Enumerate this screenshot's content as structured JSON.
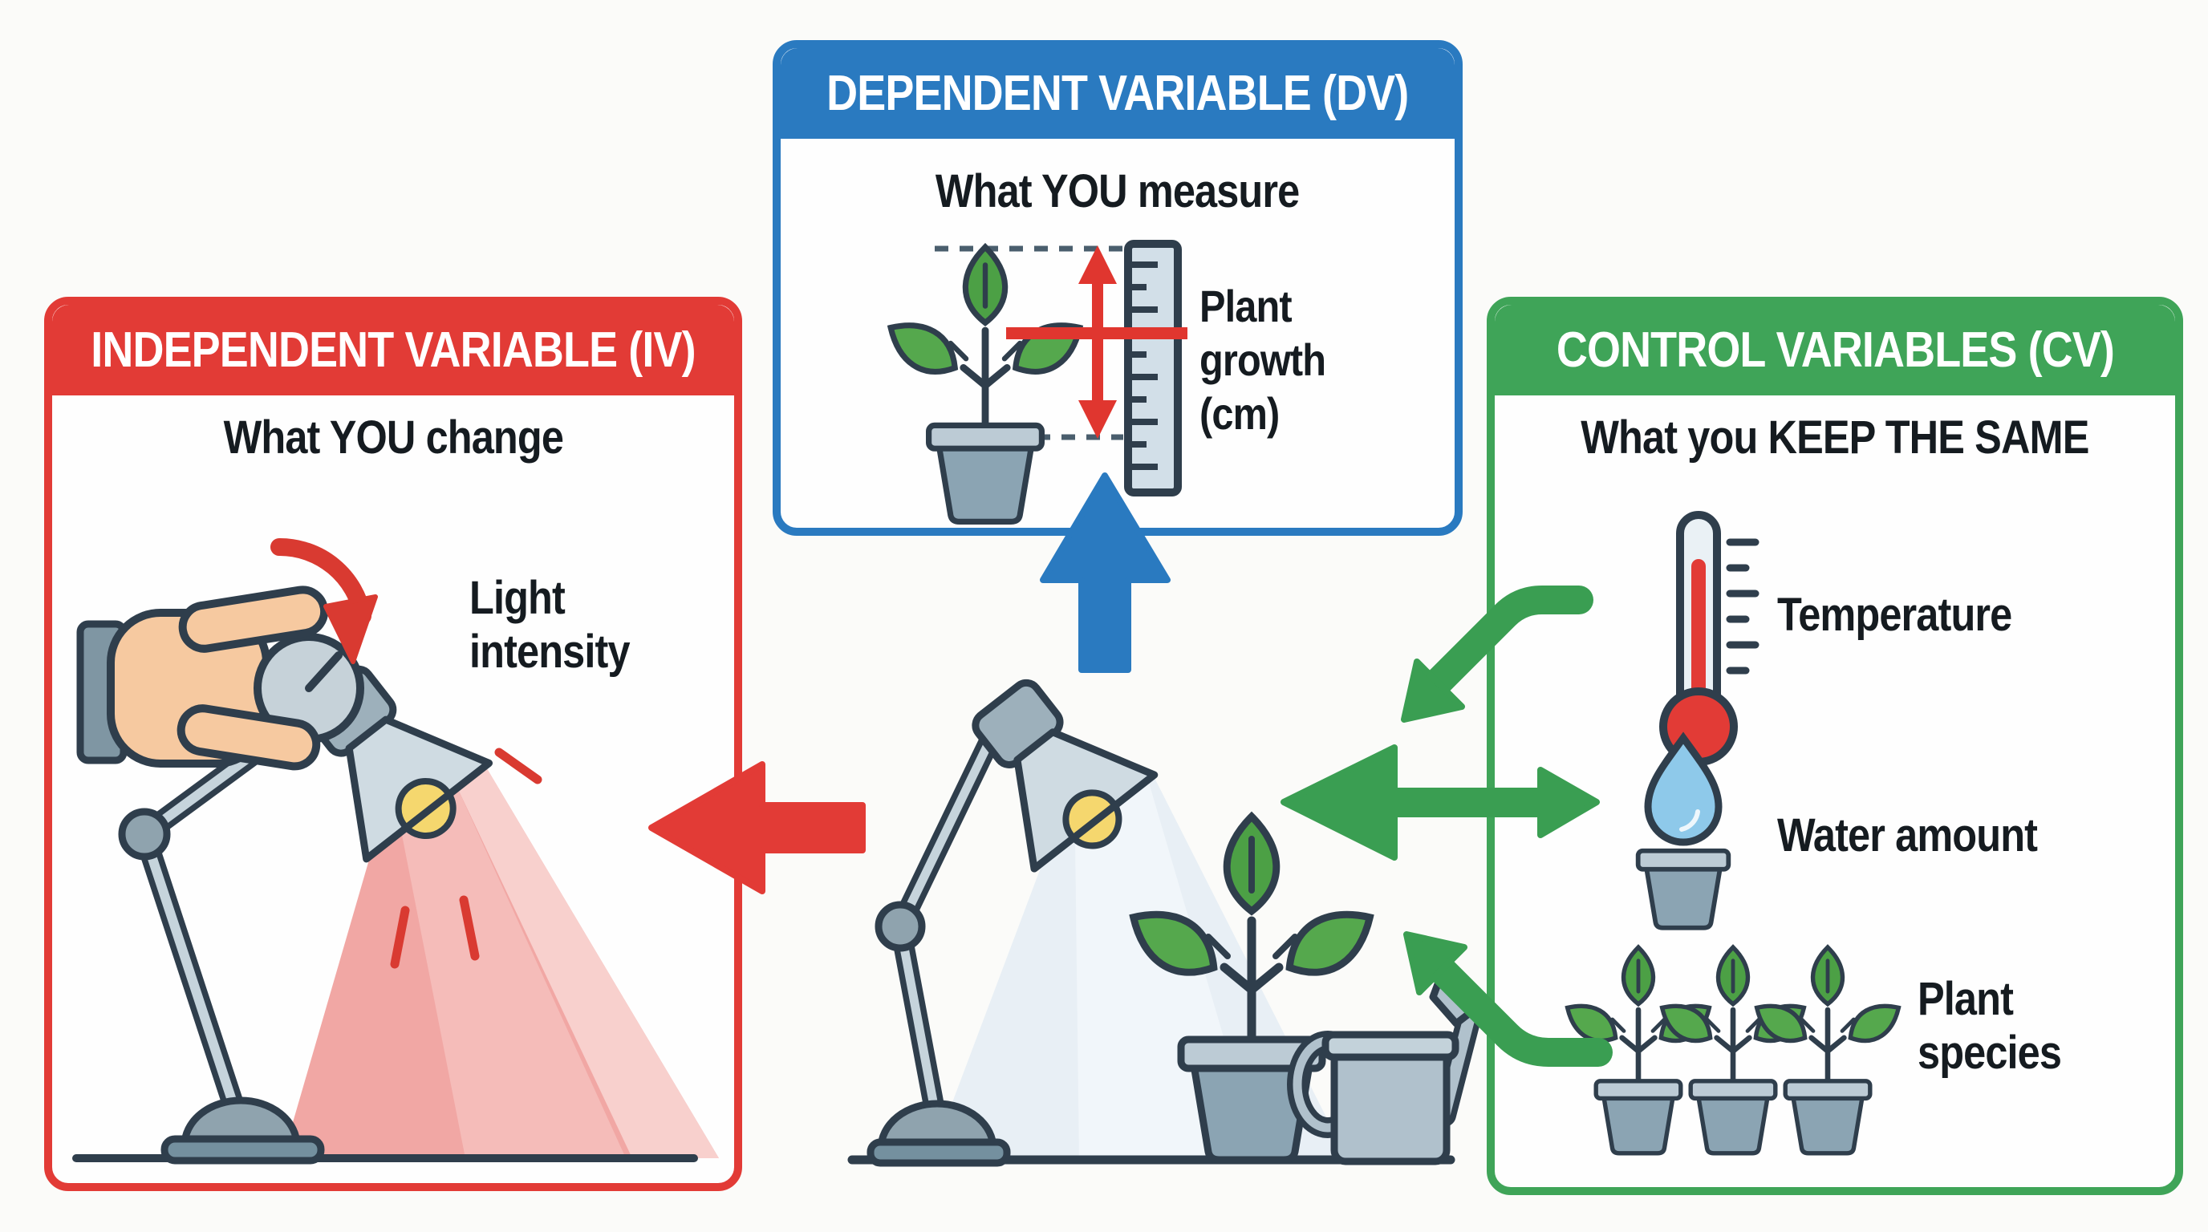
{
  "diagram": {
    "background_color": "#fbfbf9",
    "iv": {
      "title": "INDEPENDENT VARIABLE (IV)",
      "subtitle": "What YOU change",
      "label": "Light intensity",
      "accent_color": "#e23b36",
      "icons": [
        "hand-dial-icon",
        "rotate-arrow-icon",
        "desk-lamp-icon",
        "red-light-beam"
      ]
    },
    "dv": {
      "title": "DEPENDENT VARIABLE (DV)",
      "subtitle": "What YOU measure",
      "label": "Plant growth (cm)",
      "accent_color": "#2a7ac0",
      "icons": [
        "potted-plant-icon",
        "measure-arrow-icon",
        "ruler-icon"
      ]
    },
    "cv": {
      "title": "CONTROL VARIABLES (CV)",
      "subtitle": "What you KEEP THE SAME",
      "accent_color": "#3fa458",
      "items": [
        {
          "label": "Temperature",
          "icon": "thermometer-icon"
        },
        {
          "label": "Water amount",
          "icon": "water-drop-pot-icon"
        },
        {
          "label": "Plant species",
          "icon": "potted-plants-icon"
        }
      ]
    },
    "center_scene": {
      "icons": [
        "desk-lamp-icon",
        "light-beam",
        "potted-plant-icon",
        "watering-can-icon",
        "ground-line"
      ]
    },
    "connectors": {
      "to_iv": {
        "shape": "left-arrow",
        "color": "#e23b36"
      },
      "to_dv": {
        "shape": "up-arrow",
        "color": "#2a7ac0"
      },
      "from_cv": {
        "shape": "three-green-arrows",
        "color": "#3a9e52"
      }
    },
    "palette": {
      "outline": "#2f3e4c",
      "leaf_green": "#55a84d",
      "pot_gray": "#8ba4b3",
      "pot_rim": "#bccbd5",
      "lamp_gray": "#cfdbe2",
      "bulb_yellow": "#f5d76e",
      "beam_white": "#e8eff5",
      "beam_red": "#f1a7a4",
      "skin": "#f6c9a0",
      "water_blue": "#8ec9ea"
    }
  }
}
